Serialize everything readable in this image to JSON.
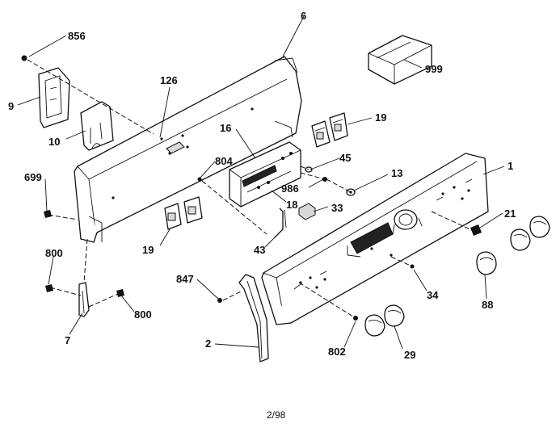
{
  "diagram": {
    "callouts": [
      "856",
      "6",
      "9",
      "126",
      "999",
      "10",
      "16",
      "19",
      "804",
      "45",
      "699",
      "13",
      "1",
      "986",
      "18",
      "33",
      "21",
      "19",
      "43",
      "800",
      "847",
      "34",
      "88",
      "800",
      "7",
      "2",
      "802",
      "29"
    ],
    "footer": "2/98"
  }
}
